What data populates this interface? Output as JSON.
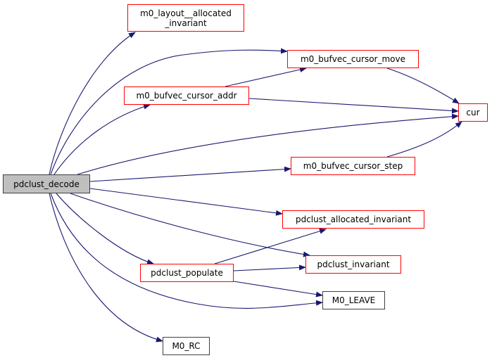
{
  "diagram": {
    "type": "call-graph",
    "colors": {
      "edge": "#191970",
      "linked_border": "#ff0000",
      "plain_border": "#404040",
      "root_fill": "#bfbfbf"
    },
    "nodes": {
      "pdclust_decode": {
        "label": "pdclust_decode",
        "kind": "root"
      },
      "m0_layout_allocated_invariant": {
        "label": "m0_layout__allocated\n_invariant",
        "kind": "linked"
      },
      "m0_bufvec_cursor_move": {
        "label": "m0_bufvec_cursor_move",
        "kind": "linked"
      },
      "m0_bufvec_cursor_addr": {
        "label": "m0_bufvec_cursor_addr",
        "kind": "linked"
      },
      "cur": {
        "label": "cur",
        "kind": "linked"
      },
      "m0_bufvec_cursor_step": {
        "label": "m0_bufvec_cursor_step",
        "kind": "linked"
      },
      "pdclust_allocated_invariant": {
        "label": "pdclust_allocated_invariant",
        "kind": "linked"
      },
      "pdclust_populate": {
        "label": "pdclust_populate",
        "kind": "linked"
      },
      "pdclust_invariant": {
        "label": "pdclust_invariant",
        "kind": "linked"
      },
      "M0_LEAVE": {
        "label": "M0_LEAVE",
        "kind": "plain"
      },
      "M0_RC": {
        "label": "M0_RC",
        "kind": "plain"
      }
    },
    "edges": [
      {
        "from": "pdclust_decode",
        "to": "m0_layout_allocated_invariant"
      },
      {
        "from": "pdclust_decode",
        "to": "m0_bufvec_cursor_move"
      },
      {
        "from": "pdclust_decode",
        "to": "m0_bufvec_cursor_addr"
      },
      {
        "from": "pdclust_decode",
        "to": "cur"
      },
      {
        "from": "pdclust_decode",
        "to": "m0_bufvec_cursor_step"
      },
      {
        "from": "pdclust_decode",
        "to": "pdclust_allocated_invariant"
      },
      {
        "from": "pdclust_decode",
        "to": "pdclust_invariant"
      },
      {
        "from": "pdclust_decode",
        "to": "pdclust_populate"
      },
      {
        "from": "pdclust_decode",
        "to": "M0_LEAVE"
      },
      {
        "from": "pdclust_decode",
        "to": "M0_RC"
      },
      {
        "from": "m0_bufvec_cursor_addr",
        "to": "m0_bufvec_cursor_move"
      },
      {
        "from": "m0_bufvec_cursor_addr",
        "to": "cur"
      },
      {
        "from": "m0_bufvec_cursor_move",
        "to": "cur"
      },
      {
        "from": "m0_bufvec_cursor_step",
        "to": "cur"
      },
      {
        "from": "pdclust_populate",
        "to": "pdclust_allocated_invariant"
      },
      {
        "from": "pdclust_populate",
        "to": "pdclust_invariant"
      },
      {
        "from": "pdclust_populate",
        "to": "M0_LEAVE"
      }
    ]
  }
}
